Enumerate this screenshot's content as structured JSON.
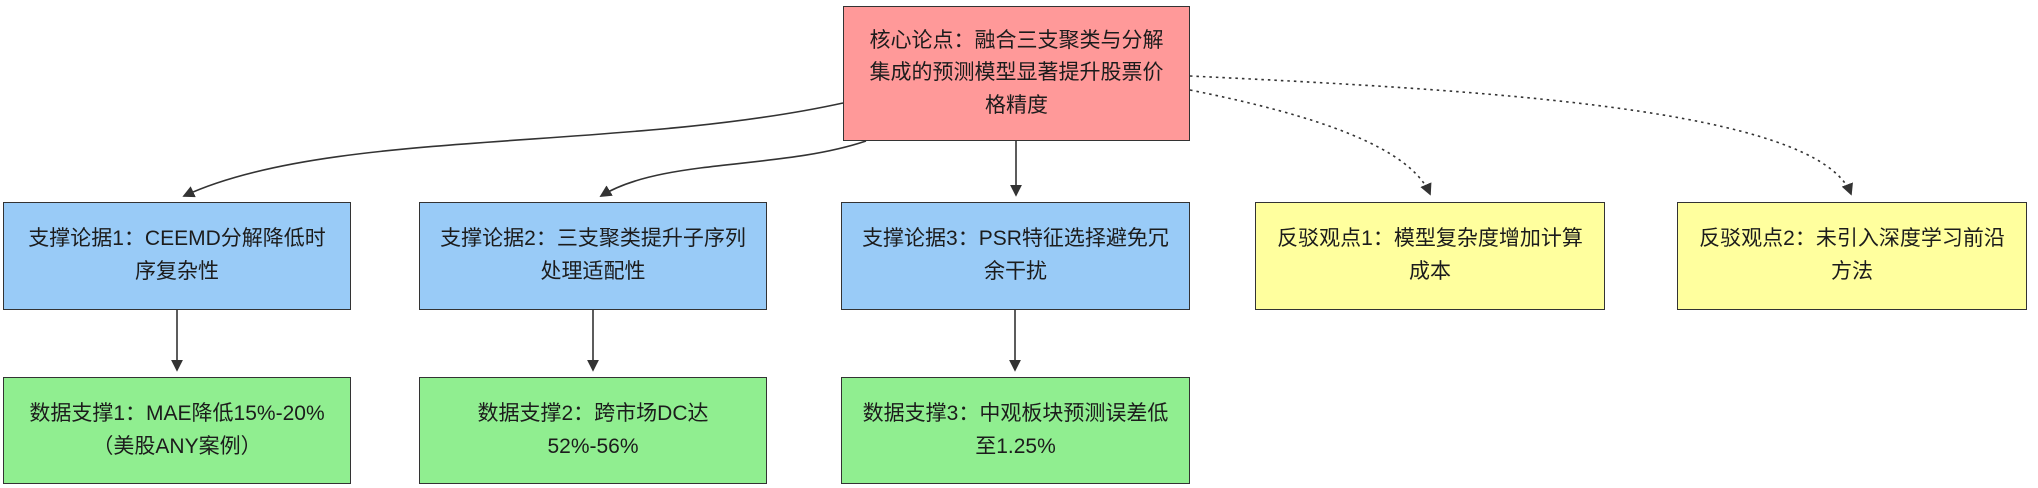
{
  "diagram": {
    "core": {
      "label": "核心论点：融合三支聚类与分解集成的预测模型显著提升股票价格精度"
    },
    "supports": [
      {
        "label": "支撑论据1：CEEMD分解降低时序复杂性"
      },
      {
        "label": "支撑论据2：三支聚类提升子序列处理适配性"
      },
      {
        "label": "支撑论据3：PSR特征选择避免冗余干扰"
      }
    ],
    "rebuttals": [
      {
        "label": "反驳观点1：模型复杂度增加计算成本"
      },
      {
        "label": "反驳观点2：未引入深度学习前沿方法"
      }
    ],
    "evidence": [
      {
        "label": "数据支撑1：MAE降低15%-20%（美股ANY案例）"
      },
      {
        "label": "数据支撑2：跨市场DC达52%-56%"
      },
      {
        "label": "数据支撑3：中观板块预测误差低至1.25%"
      }
    ],
    "colors": {
      "core_fill": "#ff9999",
      "support_fill": "#99cbf7",
      "rebuttal_fill": "#ffff9e",
      "evidence_fill": "#90ee90",
      "border": "#333333",
      "edge": "#333333"
    },
    "edge_styles": {
      "support_edges": "solid",
      "rebuttal_edges": "dotted"
    }
  }
}
